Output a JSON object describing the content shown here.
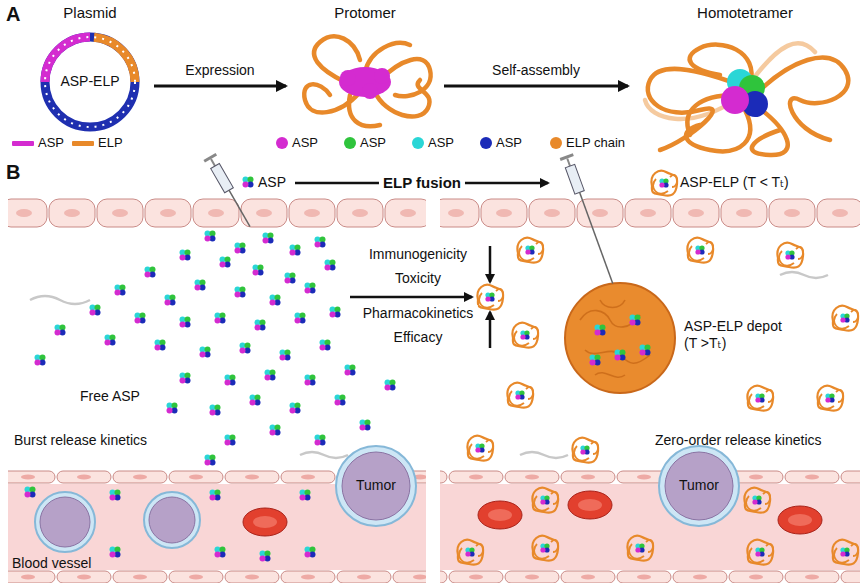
{
  "diagram": {
    "nodes": [
      {
        "text": [
          "Plasmid",
          "ASP-ELP"
        ]
      },
      {
        "text": [
          "Protomer"
        ]
      },
      {
        "text": [
          "Homotetramer"
        ]
      },
      {
        "text": [
          "Free ASP",
          "Burst release kinetics"
        ]
      },
      {
        "text": [
          "Zero-order release kinetics"
        ]
      },
      {
        "text": [
          "Tumor"
        ],
        "in": 3
      },
      {
        "text": [
          "ASP-ELP depot (T >Tₜ)"
        ],
        "in": 4
      },
      {
        "text": [
          "Tumor"
        ],
        "in": 4
      }
    ],
    "edges": [
      {
        "from": 0,
        "to": 1,
        "label": "Expression",
        "arrow": "to"
      },
      {
        "from": 1,
        "to": 2,
        "label": "Self-assembly",
        "arrow": "to"
      }
    ],
    "labels": [
      "A",
      "B",
      "ASP",
      "ELP fusion",
      "ASP-ELP (T < Tₜ)",
      "Immunogenicity",
      "Toxicity",
      "Pharmacokinetics",
      "Efficacy",
      "Blood vessel"
    ],
    "legend": [
      {
        "text": "ASP",
        "color": "#d42bd0"
      },
      {
        "text": "ELP",
        "color": "#e8892a"
      },
      {
        "text": "ASP",
        "color": "#d42bd0"
      },
      {
        "text": "ASP",
        "color": "#2fc43c"
      },
      {
        "text": "ASP",
        "color": "#2ad6d6"
      },
      {
        "text": "ASP",
        "color": "#1b2bb8"
      },
      {
        "text": "ELP chain",
        "color": "#e8892a"
      }
    ]
  }
}
